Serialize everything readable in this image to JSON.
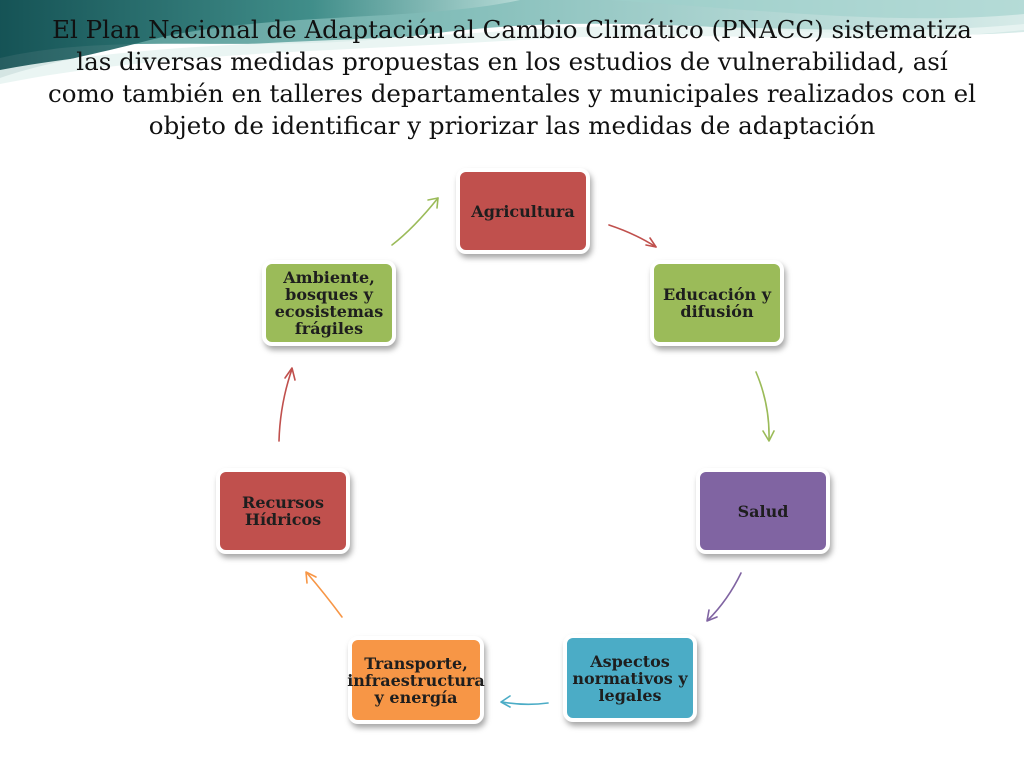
{
  "slide": {
    "title": "El Plan Nacional de Adaptación al Cambio Climático (PNACC) sistematiza las diversas medidas propuestas en los estudios de vulnerabilidad, así como también en talleres departamentales y municipales realizados con el objeto de identificar y priorizar las medidas de adaptación"
  },
  "cycle": {
    "nodes": [
      {
        "label": "Agricultura",
        "color": "#c0504d"
      },
      {
        "label": "Educación y difusión",
        "color": "#9bbb59"
      },
      {
        "label": "Salud",
        "color": "#8064a2"
      },
      {
        "label": "Aspectos normativos y legales",
        "color": "#4bacc6"
      },
      {
        "label": "Transporte, infraestructura y energía",
        "color": "#f79646"
      },
      {
        "label": "Recursos Hídricos",
        "color": "#c0504d"
      },
      {
        "label": "Ambiente, bosques y ecosistemas frágiles",
        "color": "#9bbb59"
      }
    ],
    "arrow_colors": [
      "#c0504d",
      "#9bbb59",
      "#8064a2",
      "#4bacc6",
      "#f79646",
      "#c0504d",
      "#9bbb59"
    ]
  },
  "background": {
    "wave_colors": [
      "#1f6a6a",
      "#5aa3a0",
      "#c9e3e1"
    ]
  }
}
